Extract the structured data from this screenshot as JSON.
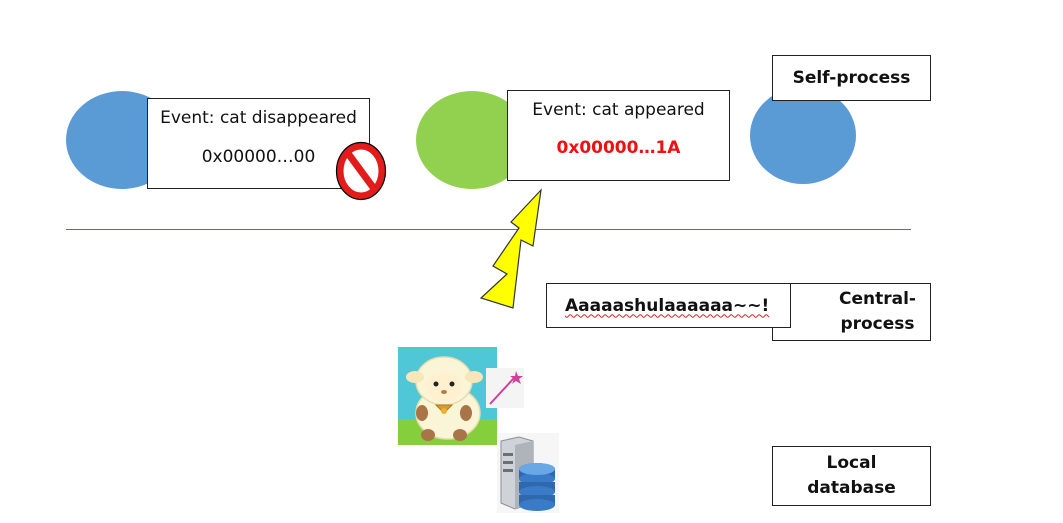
{
  "self_process": {
    "label": "Self-process",
    "circle_color_left": "#5b9bd5",
    "circle_color_middle": "#92d050",
    "circle_color_right": "#5b9bd5"
  },
  "event_disappeared": {
    "title": "Event: cat disappeared",
    "code": "0x00000…00"
  },
  "event_appeared": {
    "title": "Event: cat appeared",
    "code": "0x00000…1A",
    "code_color": "#ee1111"
  },
  "central_process": {
    "label": "Central-\nprocess",
    "speech": "Aaaaashulaaaaaa~~!"
  },
  "local_database": {
    "label": "Local\ndatabase"
  },
  "icons": {
    "prohibited": "prohibited-icon",
    "lightning": "lightning-bolt-icon",
    "sheep": "sheep-icon",
    "wand": "magic-wand-icon",
    "database": "database-server-icon"
  },
  "colors": {
    "divider": "#4472c4",
    "lightning": "#ffff00"
  }
}
